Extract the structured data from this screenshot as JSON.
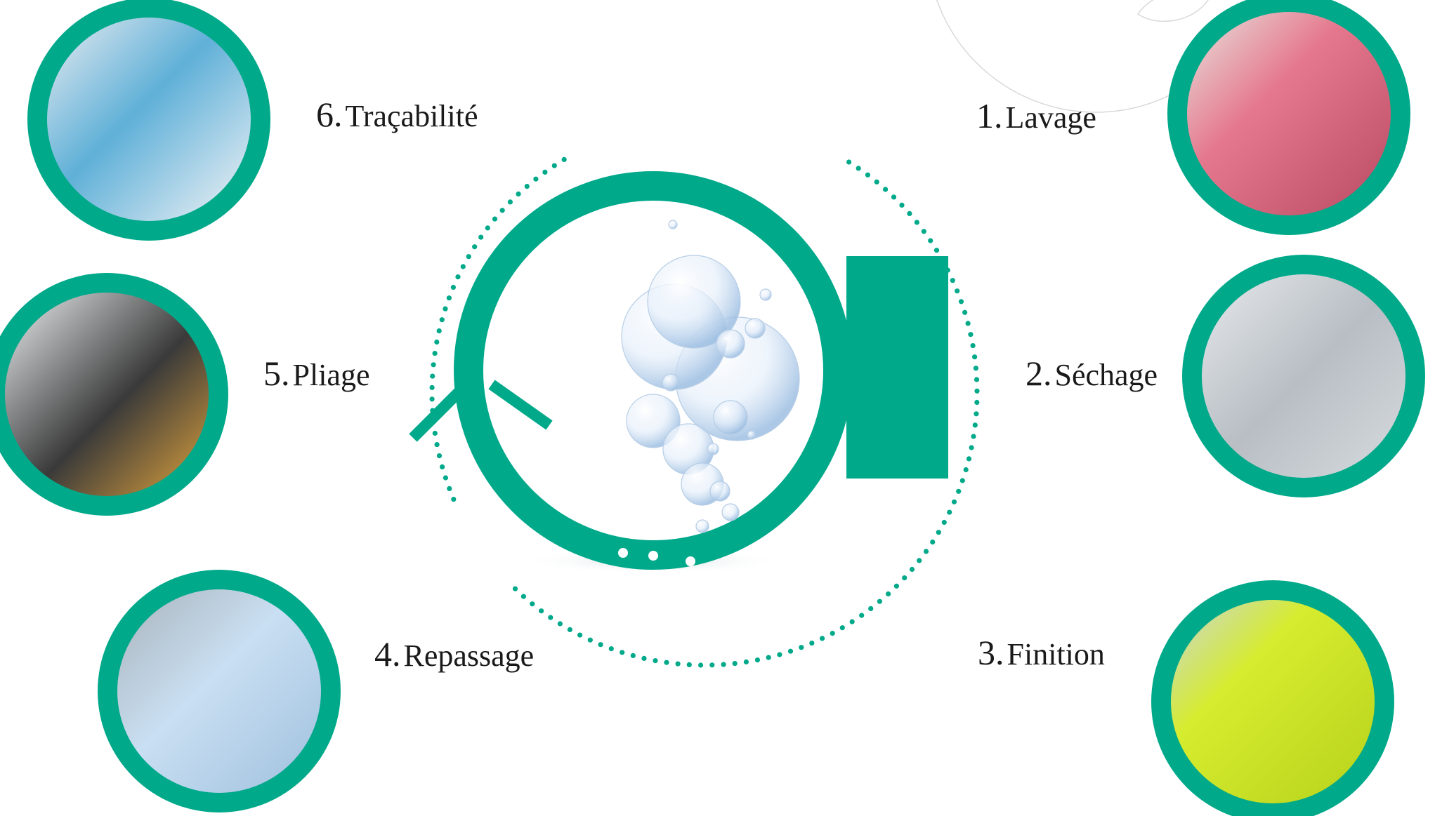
{
  "colors": {
    "accent": "#00a98a",
    "dots": "#00a98a",
    "bubble": "#bcd6ef",
    "text": "#1a1a1a"
  },
  "center": {
    "icon": "washing-machine-door-icon",
    "contents": "soap-bubbles-icon",
    "indicator_dots": 3
  },
  "steps": [
    {
      "id": "lavage",
      "number": "1.",
      "label": "Lavage",
      "photo": "pink-laundry-in-wire-cart"
    },
    {
      "id": "sechage",
      "number": "2.",
      "label": "Séchage",
      "photo": "industrial-dryer-drum"
    },
    {
      "id": "finition",
      "number": "3.",
      "label": "Finition",
      "photo": "yellow-garments-on-hangers"
    },
    {
      "id": "repassage",
      "number": "4.",
      "label": "Repassage",
      "photo": "folded-light-blue-sheets"
    },
    {
      "id": "pliage",
      "number": "5.",
      "label": "Pliage",
      "photo": "hands-folding-cloth"
    },
    {
      "id": "tracabilite",
      "number": "6.",
      "label": "Traçabilité",
      "photo": "barcode-scanner-on-linen"
    }
  ]
}
